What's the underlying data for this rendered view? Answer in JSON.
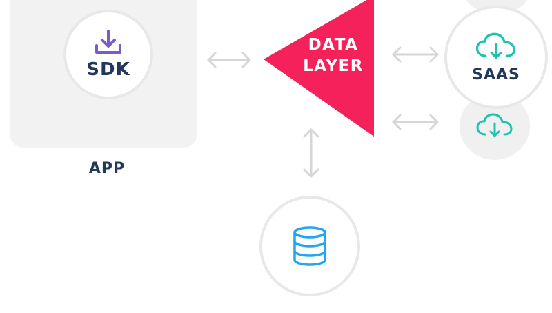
{
  "app": {
    "label": "APP"
  },
  "sdk": {
    "label": "SDK",
    "icon": "download-icon"
  },
  "data_layer": {
    "line1": "DATA",
    "line2": "LAYER",
    "color": "#f5215a"
  },
  "saas": {
    "label": "SAAS",
    "icon": "cloud-download-icon"
  },
  "database": {
    "icon": "database-icon"
  },
  "colors": {
    "navy": "#22385a",
    "purple": "#7a5cc8",
    "teal": "#1fc3ad",
    "blue": "#21a6ef",
    "arrow": "#d6d6d6"
  }
}
